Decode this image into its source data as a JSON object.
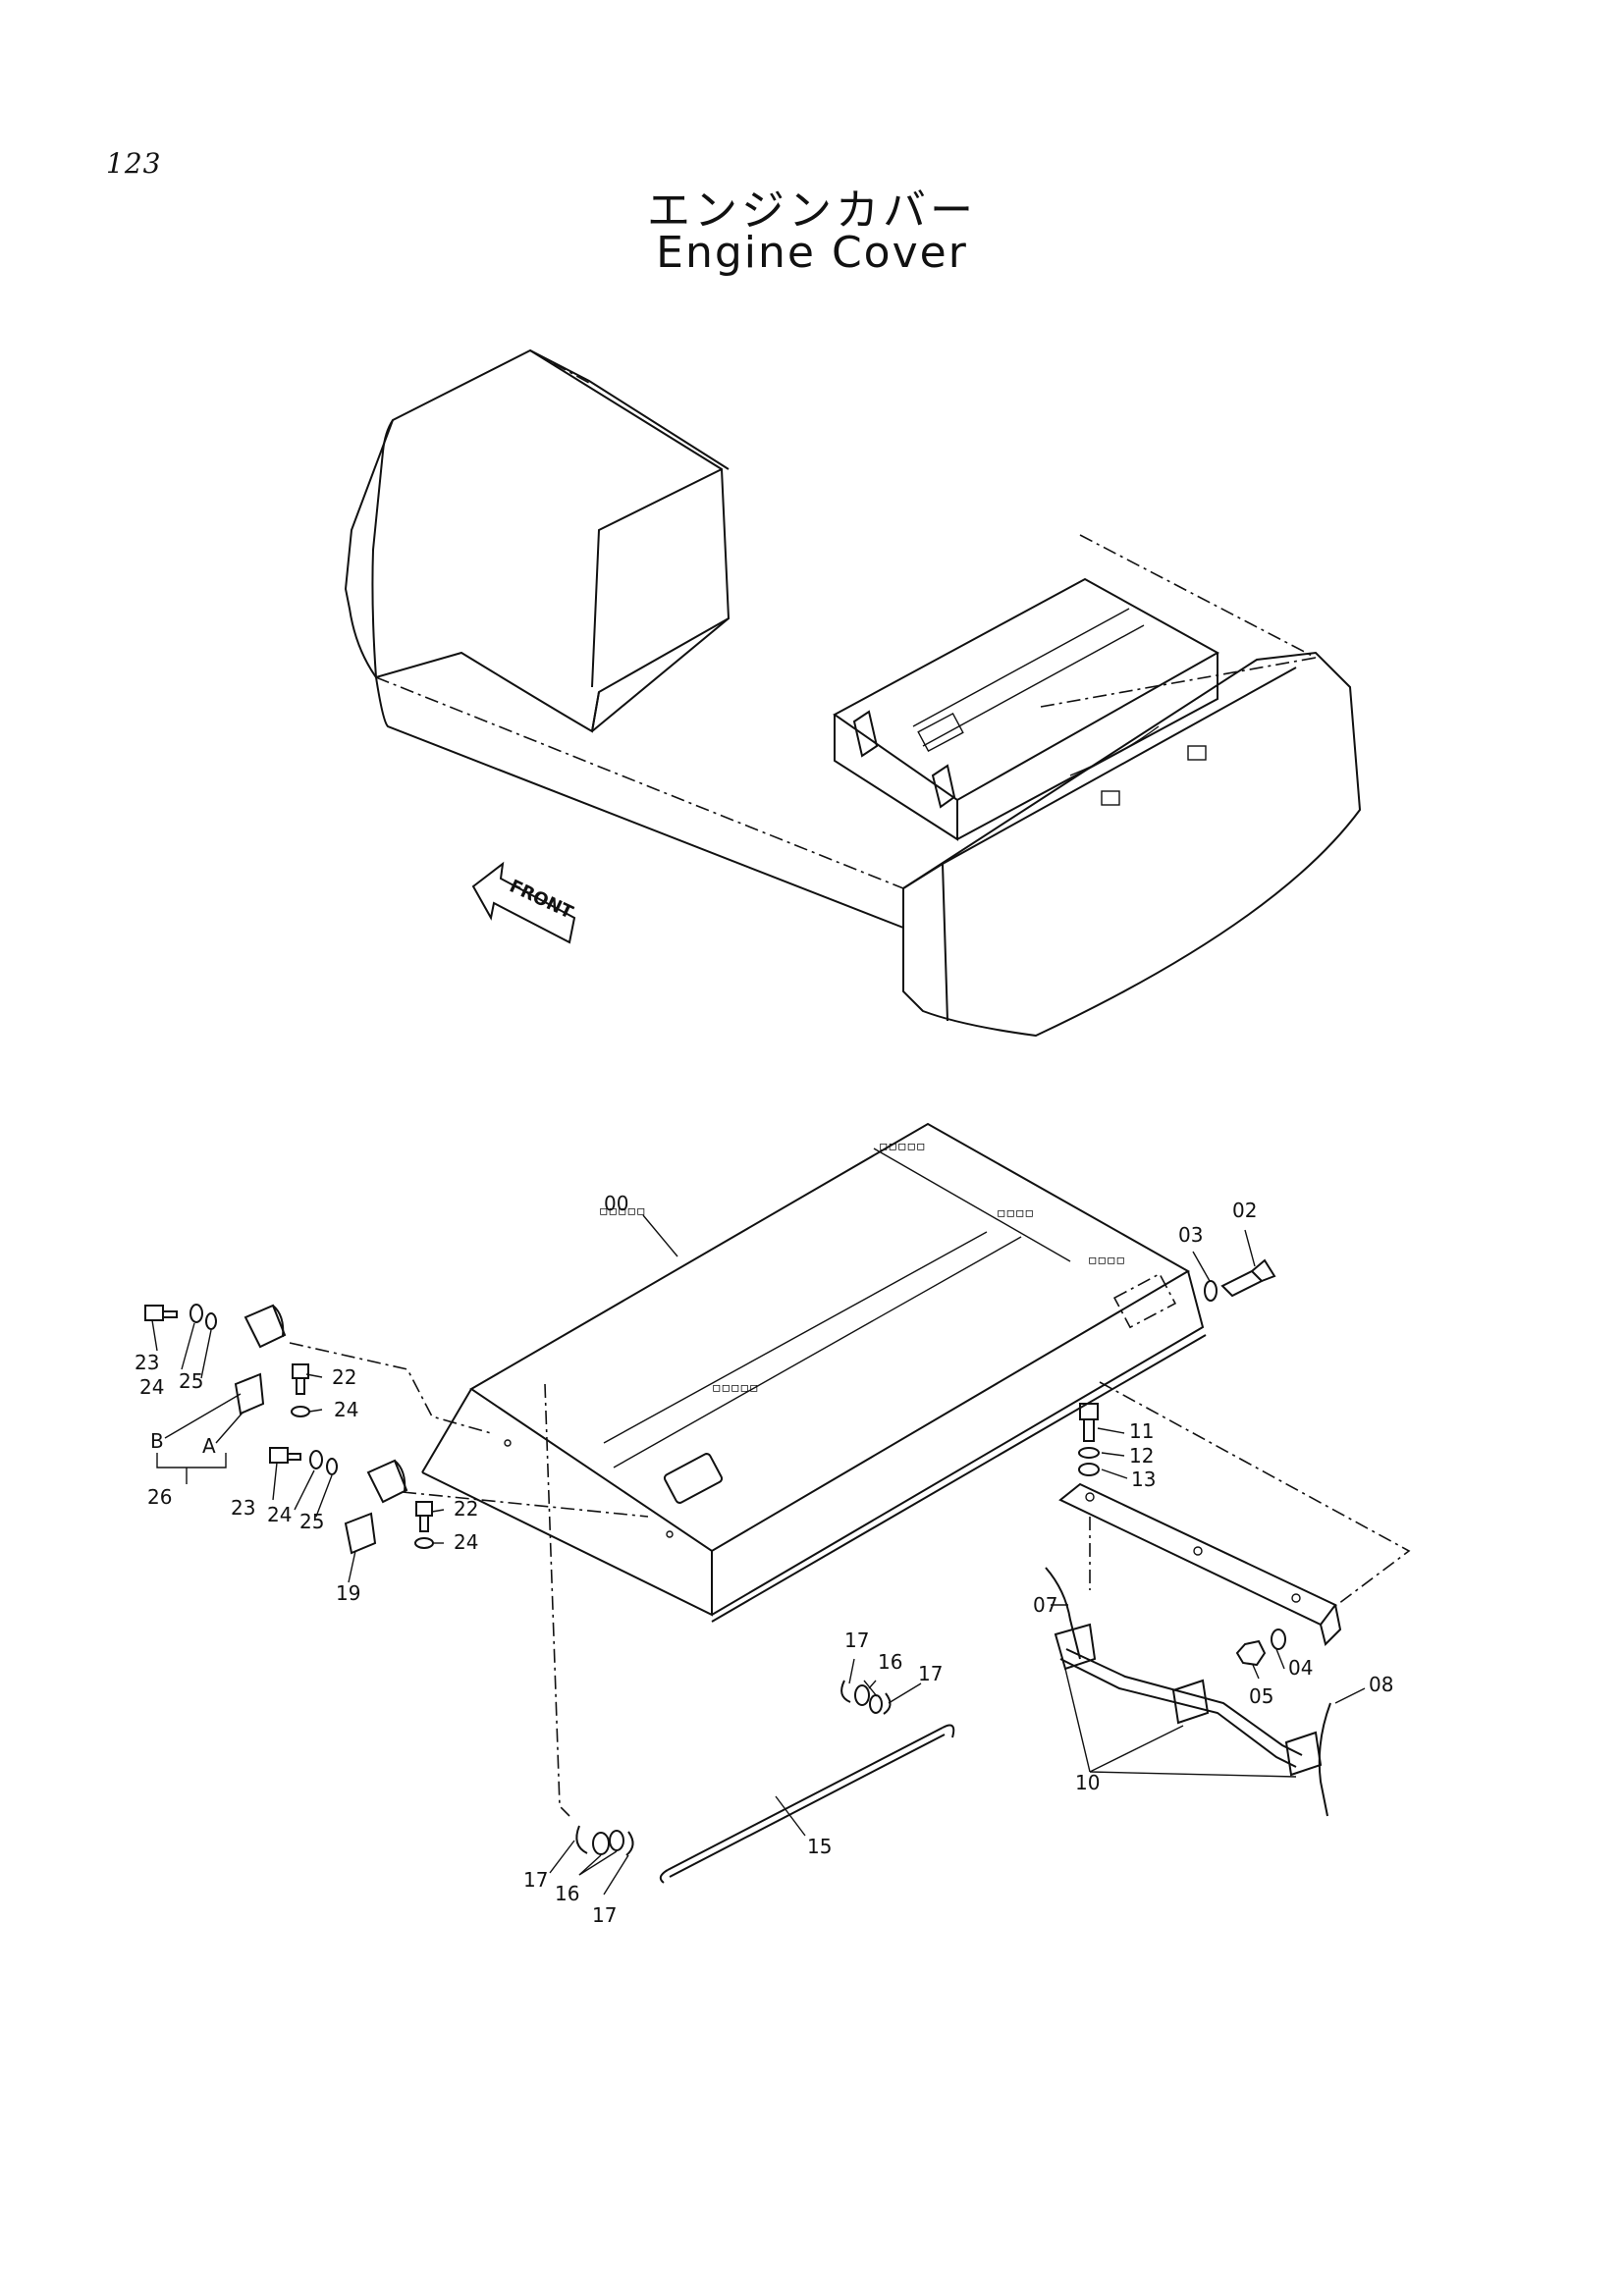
{
  "page_number": "123",
  "title_jp": "エンジンカバー",
  "title_en": "Engine Cover",
  "front_label": "FRONT",
  "callouts": {
    "c00": "00",
    "c02": "02",
    "c03": "03",
    "c04": "04",
    "c05": "05",
    "c07": "07",
    "c08": "08",
    "c10": "10",
    "c11": "11",
    "c12": "12",
    "c13": "13",
    "c15": "15",
    "c16a": "16",
    "c16b": "16",
    "c17a": "17",
    "c17b": "17",
    "c17c": "17",
    "c17d": "17",
    "c19": "19",
    "c22a": "22",
    "c22b": "22",
    "c23a": "23",
    "c23b": "23",
    "c24a": "24",
    "c24b": "24",
    "c24c": "24",
    "c24d": "24",
    "c25a": "25",
    "c25b": "25",
    "c26": "26",
    "cA": "A",
    "cB": "B"
  }
}
